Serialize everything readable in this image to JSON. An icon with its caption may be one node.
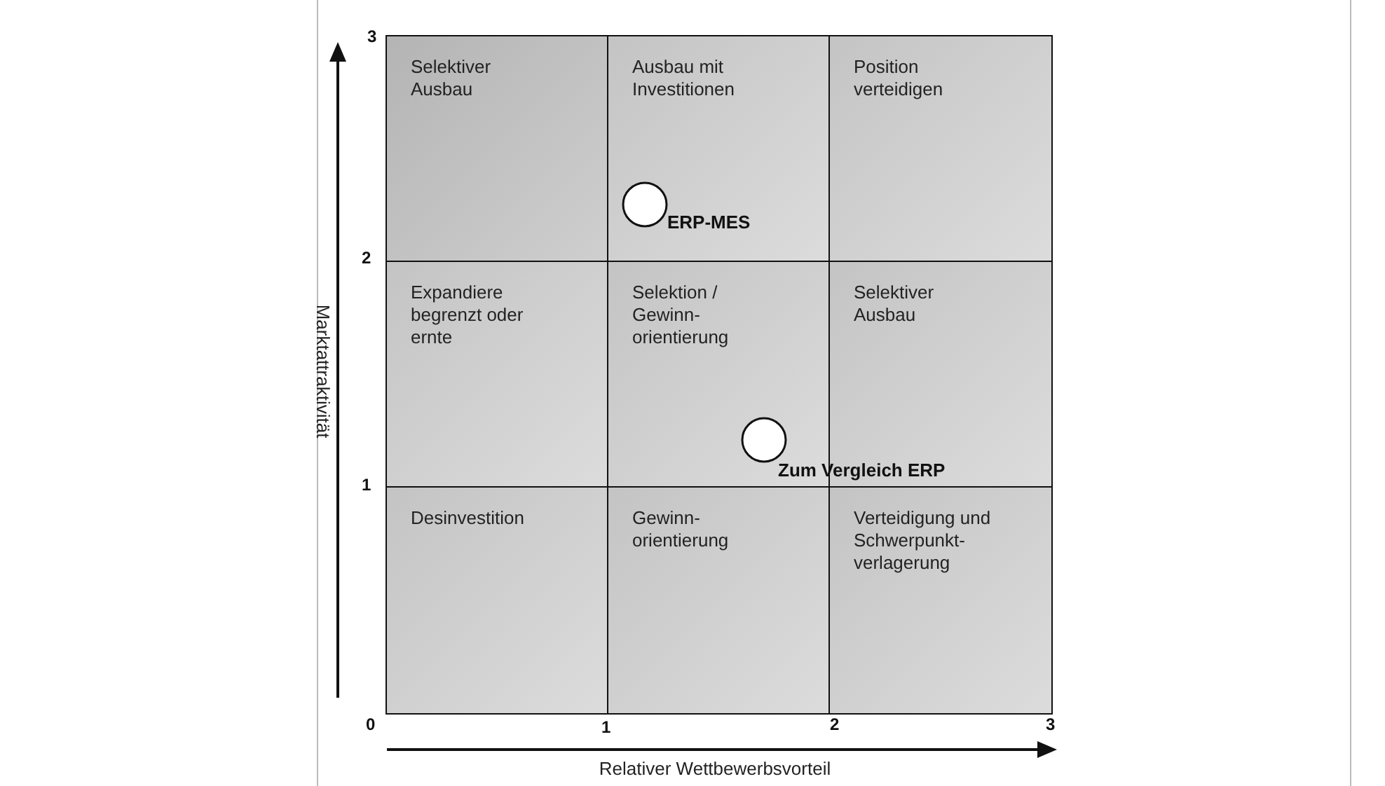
{
  "diagram": {
    "nodes": [
      {
        "text": [
          "Selektiver Ausbau"
        ]
      },
      {
        "text": [
          "Ausbau mit Investitionen"
        ]
      },
      {
        "text": [
          "Position verteidigen"
        ]
      },
      {
        "text": [
          "Expandiere begrenzt oder ernte"
        ]
      },
      {
        "text": [
          "Selektion / Gewinn-orientierung"
        ]
      },
      {
        "text": [
          "Selektiver Ausbau"
        ]
      },
      {
        "text": [
          "Desinvestition"
        ]
      },
      {
        "text": [
          "Gewinn-orientierung"
        ]
      },
      {
        "text": [
          "Verteidigung und Schwerpunkt-verlagerung"
        ]
      },
      {
        "text": [],
        "shape": "circle",
        "in": 1,
        "beside": [
          "ERP-MES"
        ]
      },
      {
        "text": [],
        "shape": "circle",
        "in": 4,
        "beside": [
          "Zum Vergleich ERP"
        ]
      }
    ],
    "edges": [],
    "labels": [
      "3",
      "2",
      "Marktattraktivität",
      "1",
      "0",
      "1",
      "2",
      "3",
      "Relativer Wettbewerbsvorteil"
    ]
  }
}
